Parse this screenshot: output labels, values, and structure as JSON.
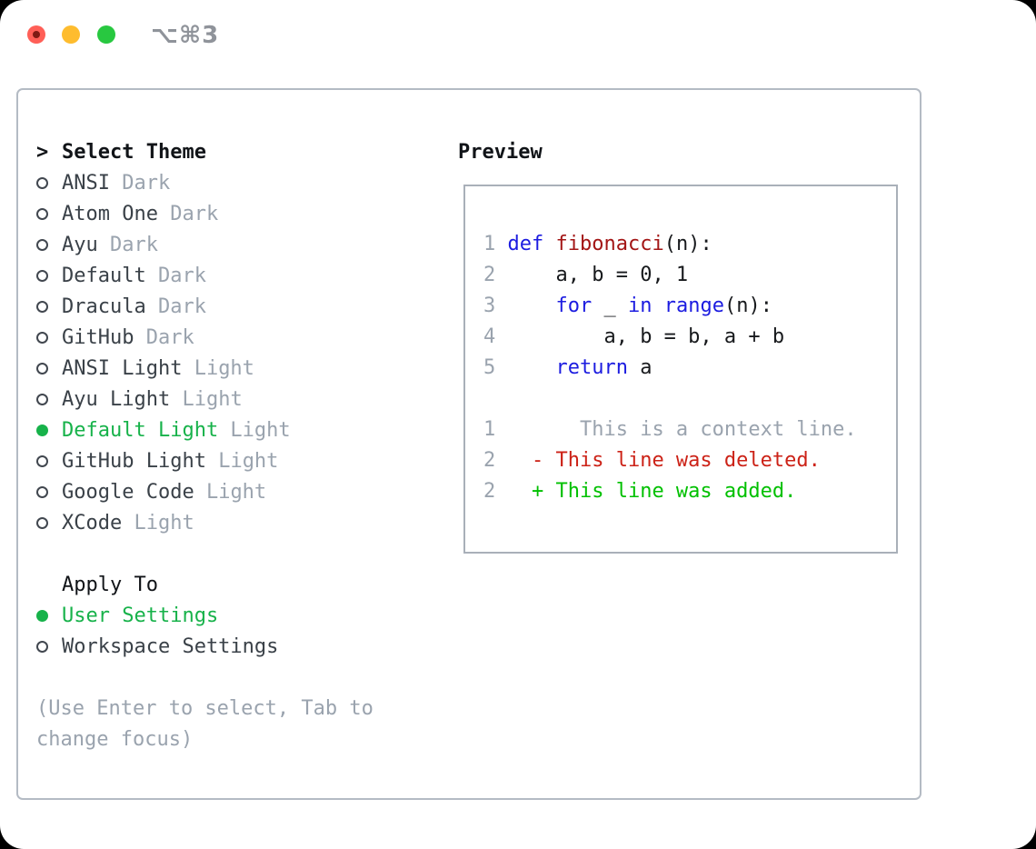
{
  "window": {
    "title_shortcut": "⌥⌘3"
  },
  "theme_picker": {
    "header_prefix": ">",
    "header": "Select Theme",
    "items": [
      {
        "name": "ANSI",
        "variant": "Dark",
        "selected": false
      },
      {
        "name": "Atom One",
        "variant": "Dark",
        "selected": false
      },
      {
        "name": "Ayu",
        "variant": "Dark",
        "selected": false
      },
      {
        "name": "Default",
        "variant": "Dark",
        "selected": false
      },
      {
        "name": "Dracula",
        "variant": "Dark",
        "selected": false
      },
      {
        "name": "GitHub",
        "variant": "Dark",
        "selected": false
      },
      {
        "name": "ANSI Light",
        "variant": "Light",
        "selected": false
      },
      {
        "name": "Ayu Light",
        "variant": "Light",
        "selected": false
      },
      {
        "name": "Default Light",
        "variant": "Light",
        "selected": true
      },
      {
        "name": "GitHub Light",
        "variant": "Light",
        "selected": false
      },
      {
        "name": "Google Code",
        "variant": "Light",
        "selected": false
      },
      {
        "name": "XCode",
        "variant": "Light",
        "selected": false
      }
    ]
  },
  "apply_to": {
    "header": "Apply To",
    "options": [
      {
        "label": "User Settings",
        "selected": true
      },
      {
        "label": "Workspace Settings",
        "selected": false
      }
    ]
  },
  "hint_lines": [
    "(Use Enter to select, Tab to",
    "change focus)"
  ],
  "preview": {
    "header": "Preview",
    "lines": [
      {
        "num": "1",
        "segments": [
          {
            "t": "def",
            "c": "keyword"
          },
          {
            "t": " ",
            "c": "plain"
          },
          {
            "t": "fibonacci",
            "c": "function"
          },
          {
            "t": "(n):",
            "c": "plain"
          }
        ]
      },
      {
        "num": "2",
        "segments": [
          {
            "t": "    a, b = 0, 1",
            "c": "plain"
          }
        ]
      },
      {
        "num": "3",
        "segments": [
          {
            "t": "    ",
            "c": "plain"
          },
          {
            "t": "for",
            "c": "keyword"
          },
          {
            "t": " _ ",
            "c": "plain"
          },
          {
            "t": "in",
            "c": "keyword"
          },
          {
            "t": " ",
            "c": "plain"
          },
          {
            "t": "range",
            "c": "keyword"
          },
          {
            "t": "(n):",
            "c": "plain"
          }
        ]
      },
      {
        "num": "4",
        "segments": [
          {
            "t": "        a, b = b, a + b",
            "c": "plain"
          }
        ]
      },
      {
        "num": "5",
        "segments": [
          {
            "t": "    ",
            "c": "plain"
          },
          {
            "t": "return",
            "c": "keyword"
          },
          {
            "t": " a",
            "c": "plain"
          }
        ]
      },
      {
        "num": "",
        "segments": []
      },
      {
        "num": "1",
        "segments": [
          {
            "t": "      This is a context line.",
            "c": "context"
          }
        ]
      },
      {
        "num": "2",
        "segments": [
          {
            "t": "  - This line was deleted.",
            "c": "deleted"
          }
        ]
      },
      {
        "num": "2",
        "segments": [
          {
            "t": "  + This line was added.",
            "c": "added"
          }
        ]
      }
    ]
  },
  "colors": {
    "selected_green": "#17b24a",
    "keyword_blue": "#1c1ce0",
    "function_red": "#a31515",
    "deleted_red": "#cc2217",
    "added_green": "#00c000",
    "muted": "#9aa3ae",
    "item_text": "#3a4148",
    "heading": "#111418",
    "panel_border": "#b4bbc4",
    "preview_border": "#a9b0b9",
    "traffic_red": "#ff5f57",
    "traffic_yellow": "#febc2e",
    "traffic_green": "#28c840",
    "title_gray": "#8f939a"
  }
}
